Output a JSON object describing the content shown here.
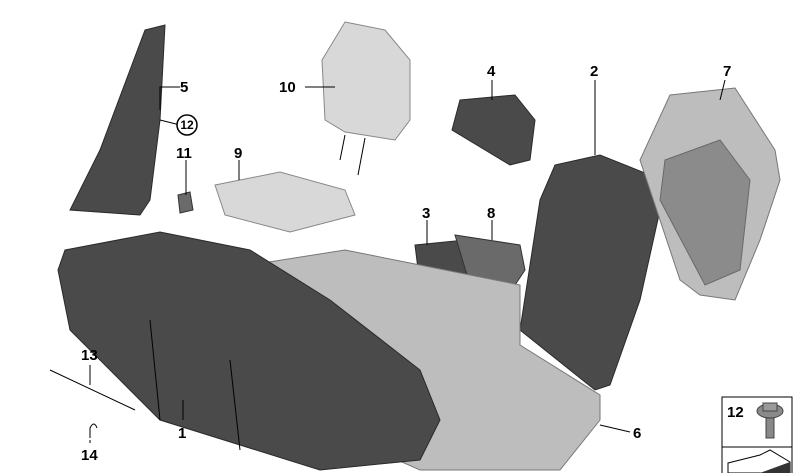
{
  "diagram": {
    "part_labels": {
      "p1": "1",
      "p2": "2",
      "p3": "3",
      "p4": "4",
      "p5": "5",
      "p6": "6",
      "p7": "7",
      "p8": "8",
      "p9": "9",
      "p10": "10",
      "p11": "11",
      "p12_circle": "12",
      "p13": "13",
      "p14": "14"
    },
    "legend_box": {
      "part_number": "12",
      "icon": "screw-icon"
    },
    "colors": {
      "upholstery": "#4a4a4a",
      "frame": "#bdbdbd",
      "label": "#000000"
    }
  }
}
